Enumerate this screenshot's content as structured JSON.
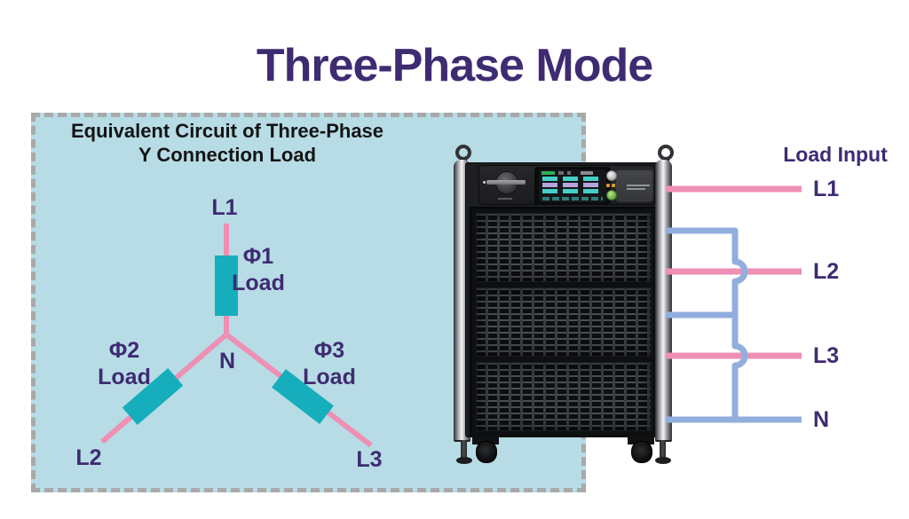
{
  "page": {
    "title": "Three-Phase Mode"
  },
  "colors": {
    "accent_purple": "#3e2b72",
    "wire_pink": "#ee8fb4",
    "wire_blue": "#92aede",
    "load_teal": "#16aebc",
    "box_background": "#b7dce6",
    "box_border": "#a9a9a9"
  },
  "circuit": {
    "heading_line1": "Equivalent Circuit of Three-Phase",
    "heading_line2": "Y Connection Load",
    "terminals": {
      "top": "L1",
      "bottom_left": "L2",
      "bottom_right": "L3",
      "neutral": "N"
    },
    "loads": [
      {
        "phase": "Φ1",
        "label": "Load"
      },
      {
        "phase": "Φ2",
        "label": "Load"
      },
      {
        "phase": "Φ3",
        "label": "Load"
      }
    ]
  },
  "load_input": {
    "heading": "Load Input",
    "terminals": [
      {
        "label": "L1"
      },
      {
        "label": "L2"
      },
      {
        "label": "L3"
      },
      {
        "label": "N"
      }
    ]
  }
}
